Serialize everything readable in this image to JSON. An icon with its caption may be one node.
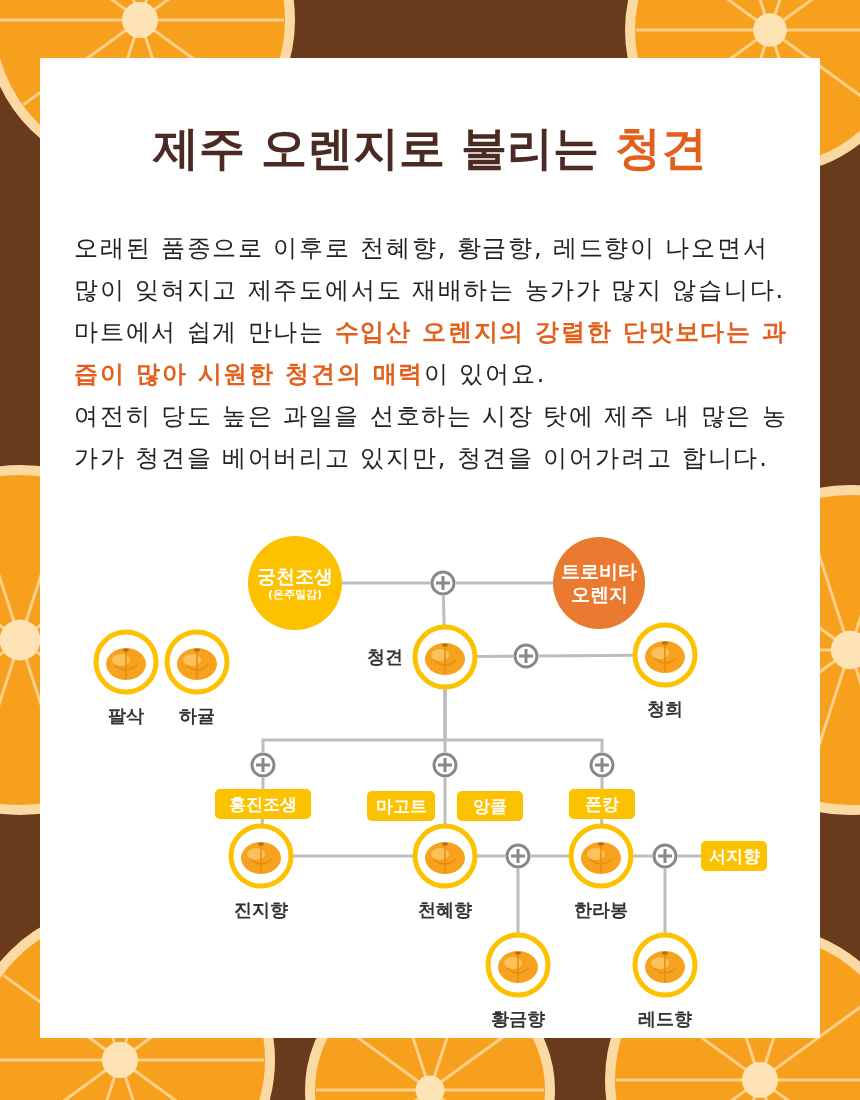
{
  "diagram": {
    "title": "제주 오렌지로 불리는 **청견**",
    "nodes": [
      {
        "text": [
          "궁천조생",
          "(온주밀감)"
        ]
      },
      {
        "text": [
          "트로비타 오렌지"
        ]
      },
      {
        "text": [],
        "shape": "circle"
      },
      {
        "text": [
          "청견"
        ]
      },
      {
        "text": [],
        "shape": "circle"
      },
      {
        "text": [
          "청희"
        ]
      },
      {
        "text": [
          "팔삭"
        ]
      },
      {
        "text": [
          "하귤"
        ]
      },
      {
        "text": [],
        "shape": "circle"
      },
      {
        "text": [],
        "shape": "circle"
      },
      {
        "text": [],
        "shape": "circle"
      },
      {
        "text": [
          "홍진조생"
        ]
      },
      {
        "text": [
          "마고트"
        ]
      },
      {
        "text": [
          "앙콜"
        ]
      },
      {
        "text": [
          "폰캉"
        ]
      },
      {
        "text": [
          "진지향"
        ]
      },
      {
        "text": [
          "천혜향"
        ]
      },
      {
        "text": [
          "한라봉"
        ]
      },
      {
        "text": [],
        "shape": "circle"
      },
      {
        "text": [],
        "shape": "circle"
      },
      {
        "text": [
          "서지향"
        ]
      },
      {
        "text": [
          "황금향"
        ]
      },
      {
        "text": [
          "레드향"
        ]
      }
    ],
    "edges": [
      {
        "from": 0,
        "to": 2,
        "arrow": "none"
      },
      {
        "from": 1,
        "to": 2,
        "arrow": "none"
      },
      {
        "from": 2,
        "to": 3,
        "arrow": "none"
      },
      {
        "from": 3,
        "to": 4,
        "arrow": "none"
      },
      {
        "from": 4,
        "to": 5,
        "arrow": "none"
      },
      {
        "from": 3,
        "to": 8,
        "arrow": "none"
      },
      {
        "from": 3,
        "to": 9,
        "arrow": "none"
      },
      {
        "from": 3,
        "to": 10,
        "arrow": "none"
      },
      {
        "from": 8,
        "to": 11,
        "arrow": "none"
      },
      {
        "from": 11,
        "to": 15,
        "arrow": "none"
      },
      {
        "from": 9,
        "to": 16,
        "arrow": "none"
      },
      {
        "from": 10,
        "to": 14,
        "arrow": "none"
      },
      {
        "from": 14,
        "to": 17,
        "arrow": "none"
      },
      {
        "from": 15,
        "to": 16,
        "arrow": "none"
      },
      {
        "from": 16,
        "to": 18,
        "arrow": "none"
      },
      {
        "from": 17,
        "to": 18,
        "arrow": "none"
      },
      {
        "from": 18,
        "to": 21,
        "arrow": "none"
      },
      {
        "from": 17,
        "to": 19,
        "arrow": "none"
      },
      {
        "from": 20,
        "to": 19,
        "arrow": "none"
      },
      {
        "from": 19,
        "to": 22,
        "arrow": "none"
      }
    ],
    "labels": [
      "오래된 품종으로 이후로 천혜향, 황금향, 레드향이 나오면서 많이 잊혀지고 제주도에서도 재배하는 농가가 많지 않습니다.",
      "마트에서 쉽게 만나는 **수입산 오렌지의 강렬한 단맛보다는 과즙이 많아 시원한 청견의 매력**이 있어요.",
      "여전히 당도 높은 과일을 선호하는 시장 탓에 제주 내 많은 농가가 청견을 베어버리고 있지만, 청견을 이어가려고 합니다."
    ]
  }
}
